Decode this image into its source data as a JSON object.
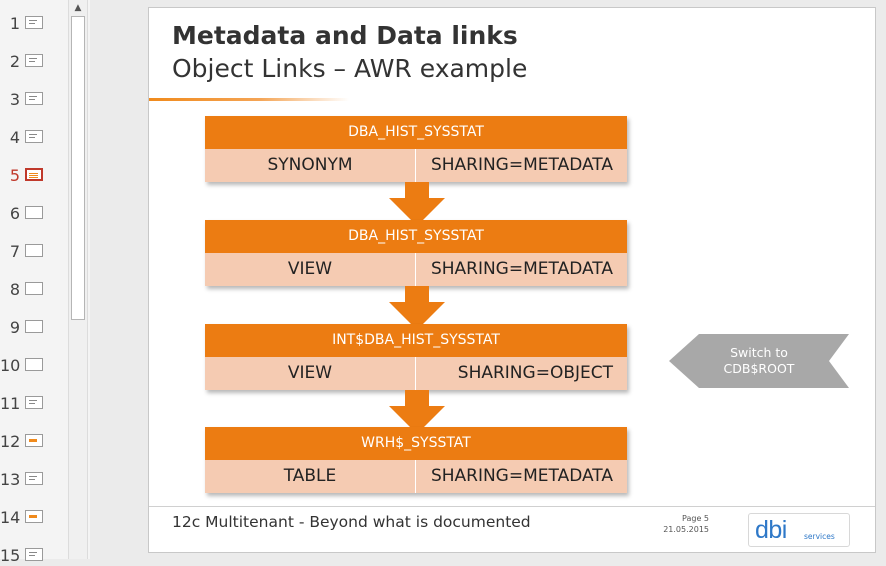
{
  "thumbnails": {
    "active_index": 4,
    "numbers": [
      "1",
      "2",
      "3",
      "4",
      "5",
      "6",
      "7",
      "8",
      "9",
      "10",
      "11",
      "12",
      "13",
      "14",
      "15"
    ]
  },
  "slide": {
    "title": "Metadata and Data links",
    "subtitle": "Object Links – AWR example",
    "objects": [
      {
        "name": "DBA_HIST_SYSSTAT",
        "type": "SYNONYM",
        "sharing": "SHARING=METADATA"
      },
      {
        "name": "DBA_HIST_SYSSTAT",
        "type": "VIEW",
        "sharing": "SHARING=METADATA"
      },
      {
        "name": "INT$DBA_HIST_SYSSTAT",
        "type": "VIEW",
        "sharing": "SHARING=OBJECT"
      },
      {
        "name": "WRH$_SYSSTAT",
        "type": "TABLE",
        "sharing": "SHARING=METADATA"
      }
    ],
    "switch_callout": {
      "line1": "Switch to",
      "line2": "CDB$ROOT"
    },
    "footer": {
      "text": "12c Multitenant - Beyond what is documented",
      "page": "Page 5",
      "date": "21.05.2015"
    },
    "logo": {
      "main": "dbi",
      "sub": "services"
    }
  },
  "colors": {
    "accent": "#ec7c12",
    "row_fill": "#f5cbb2",
    "callout": "#a8a8a8",
    "active_thumb": "#c0392b",
    "logo": "#2e78c8"
  }
}
